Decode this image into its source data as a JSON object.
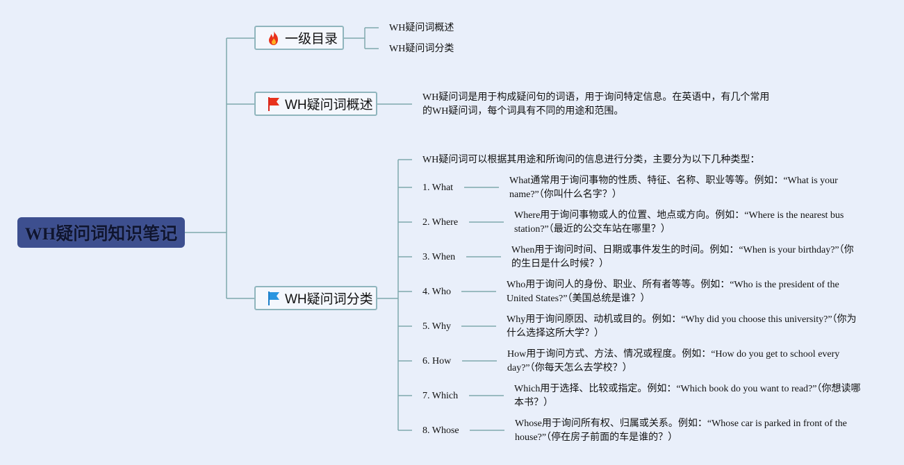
{
  "root": {
    "title": "WH疑问词知识笔记"
  },
  "branches": {
    "toc": {
      "label": "一级目录",
      "icon": "fire-icon",
      "items": [
        "WH疑问词概述",
        "WH疑问词分类"
      ]
    },
    "overview": {
      "label": "WH疑问词概述",
      "icon": "red-flag-icon",
      "text": "WH疑问词是用于构成疑问句的词语，用于询问特定信息。在英语中，有几个常用的WH疑问词，每个词具有不同的用途和范围。"
    },
    "classification": {
      "label": "WH疑问词分类",
      "icon": "blue-flag-icon",
      "intro": "WH疑问词可以根据其用途和所询问的信息进行分类，主要分为以下几种类型：",
      "items": [
        {
          "name": "1. What",
          "desc": "What通常用于询问事物的性质、特征、名称、职业等等。例如：“What is your name?”（你叫什么名字？）"
        },
        {
          "name": "2. Where",
          "desc": "Where用于询问事物或人的位置、地点或方向。例如：“Where is the nearest bus station?”（最近的公交车站在哪里？）"
        },
        {
          "name": "3. When",
          "desc": "When用于询问时间、日期或事件发生的时间。例如：“When is your birthday?”（你的生日是什么时候？）"
        },
        {
          "name": "4. Who",
          "desc": "Who用于询问人的身份、职业、所有者等等。例如：“Who is the president of the United States?”（美国总统是谁？）"
        },
        {
          "name": "5. Why",
          "desc": "Why用于询问原因、动机或目的。例如：“Why did you choose this university?”（你为什么选择这所大学？）"
        },
        {
          "name": "6. How",
          "desc": "How用于询问方式、方法、情况或程度。例如：“How do you get to school every day?”（你每天怎么去学校？）"
        },
        {
          "name": "7. Which",
          "desc": "Which用于选择、比较或指定。例如：“Which book do you want to read?”（你想读哪本书？）"
        },
        {
          "name": "8. Whose",
          "desc": "Whose用于询问所有权、归属或关系。例如：“Whose car is parked in front of the house?”（停在房子前面的车是谁的？）"
        }
      ]
    }
  },
  "colors": {
    "background": "#e9effa",
    "root_fill": "#3d4f8f",
    "connector": "#7fa9ad",
    "node_border": "#8fb5bd"
  }
}
